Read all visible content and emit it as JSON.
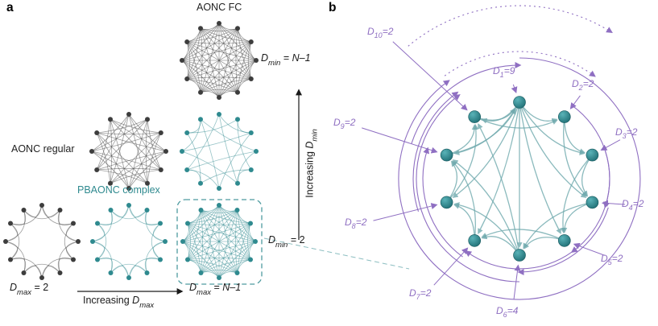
{
  "colors": {
    "dark": "#3d3d3d",
    "teal": "#2f8a8f",
    "teal_edge": "#6fa9ad",
    "purple": "#8f6fc2",
    "text": "#1a1a1a"
  },
  "panel_a": {
    "panel_label": "a",
    "titles": {
      "aonc_fc": "AONC FC",
      "aonc_regular": "AONC regular",
      "pbaonc_complex": "PBAONC complex"
    },
    "annotations": {
      "dmin_top": {
        "var": "D",
        "sub": "min",
        "eq": " = ",
        "val": "N–1"
      },
      "dmin_bottom": {
        "var": "D",
        "sub": "min",
        "eq": " = ",
        "val": "2"
      },
      "dmax_left": {
        "var": "D",
        "sub": "max",
        "eq": " = ",
        "val": "2"
      },
      "dmax_right": {
        "var": "D",
        "sub": "max",
        "eq": " = ",
        "val": "N–1"
      },
      "increasing_dmax": {
        "text": "Increasing ",
        "var": "D",
        "sub": "max"
      },
      "increasing_dmin": {
        "text": "Increasing ",
        "var": "D",
        "sub": "min"
      }
    },
    "networks": [
      {
        "id": "aonc-fc",
        "nodes": 12,
        "style": "dark",
        "pattern": "full"
      },
      {
        "id": "aonc-regular",
        "nodes": 12,
        "style": "dark",
        "pattern": "regular"
      },
      {
        "id": "pbaonc-mid",
        "nodes": 12,
        "style": "teal",
        "pattern": "complex"
      },
      {
        "id": "aonc-dmax2",
        "nodes": 12,
        "style": "dark",
        "pattern": "sparse"
      },
      {
        "id": "pbaonc-dmax2",
        "nodes": 12,
        "style": "teal",
        "pattern": "sparse"
      },
      {
        "id": "pbaonc-full",
        "nodes": 12,
        "style": "teal",
        "pattern": "dense"
      }
    ]
  },
  "panel_b": {
    "panel_label": "b",
    "node_count": 10,
    "delays": [
      {
        "var": "D",
        "sub": "1",
        "eq": "=",
        "val": "9"
      },
      {
        "var": "D",
        "sub": "2",
        "eq": "=",
        "val": "2"
      },
      {
        "var": "D",
        "sub": "3",
        "eq": "=",
        "val": "2"
      },
      {
        "var": "D",
        "sub": "4",
        "eq": "=",
        "val": "2"
      },
      {
        "var": "D",
        "sub": "5",
        "eq": "=",
        "val": "2"
      },
      {
        "var": "D",
        "sub": "6",
        "eq": "=",
        "val": "4"
      },
      {
        "var": "D",
        "sub": "7",
        "eq": "=",
        "val": "2"
      },
      {
        "var": "D",
        "sub": "8",
        "eq": "=",
        "val": "2"
      },
      {
        "var": "D",
        "sub": "9",
        "eq": "=",
        "val": "2"
      },
      {
        "var": "D",
        "sub": "10",
        "eq": "=",
        "val": "2"
      }
    ]
  }
}
